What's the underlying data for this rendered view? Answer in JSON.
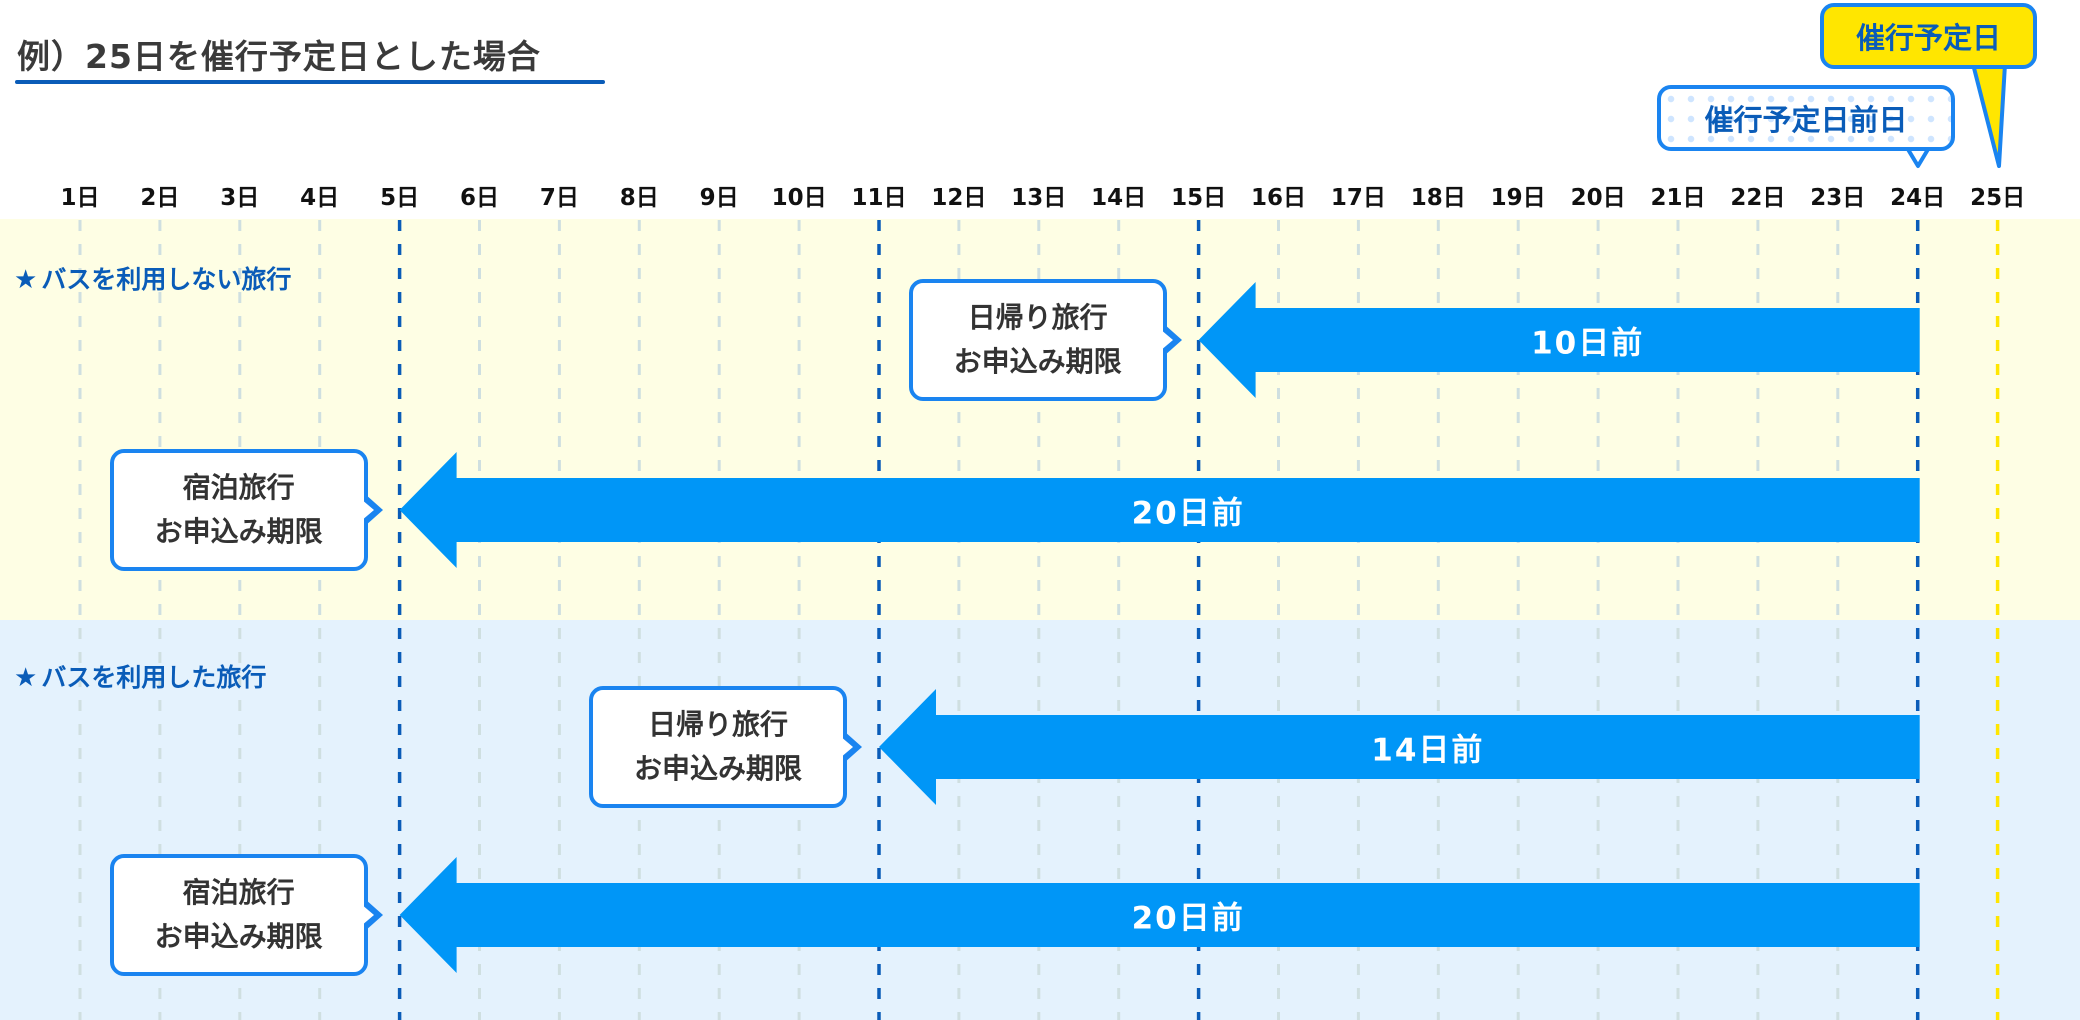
{
  "title": "例）25日を催行予定日とした場合",
  "callouts": {
    "tour_date": "催行予定日",
    "day_before": "催行予定日前日"
  },
  "days": [
    "1日",
    "2日",
    "3日",
    "4日",
    "5日",
    "6日",
    "7日",
    "8日",
    "9日",
    "10日",
    "11日",
    "12日",
    "13日",
    "14日",
    "15日",
    "16日",
    "17日",
    "18日",
    "19日",
    "20日",
    "21日",
    "22日",
    "23日",
    "24日",
    "25日"
  ],
  "highlight_days": [
    5,
    11,
    15,
    24
  ],
  "tour_day": 25,
  "reference_day": 24,
  "colors": {
    "arrow": "#0096f7",
    "grid": "#cfdfe0",
    "highlight": "#0a5cb8",
    "tour": "#ffe600"
  },
  "sections": [
    {
      "label": "バスを利用しない旅行",
      "rows": [
        {
          "line1": "日帰り旅行",
          "line2": "お申込み期限",
          "arrow_label": "10日前",
          "deadline_day": 15
        },
        {
          "line1": "宿泊旅行",
          "line2": "お申込み期限",
          "arrow_label": "20日前",
          "deadline_day": 5
        }
      ]
    },
    {
      "label": "バスを利用した旅行",
      "rows": [
        {
          "line1": "日帰り旅行",
          "line2": "お申込み期限",
          "arrow_label": "14日前",
          "deadline_day": 11
        },
        {
          "line1": "宿泊旅行",
          "line2": "お申込み期限",
          "arrow_label": "20日前",
          "deadline_day": 5
        }
      ]
    }
  ]
}
